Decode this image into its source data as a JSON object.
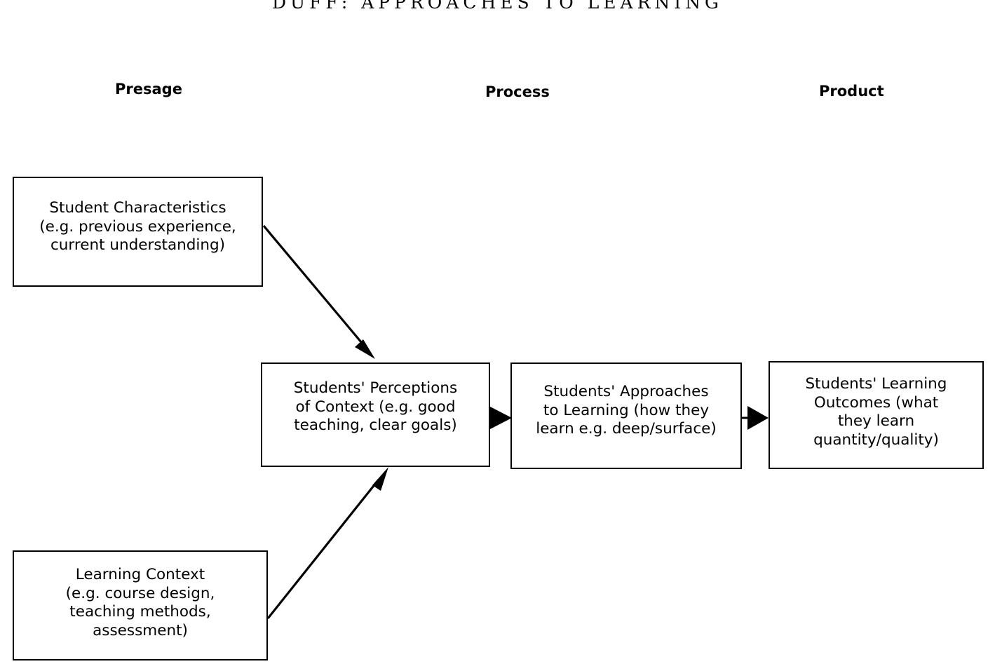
{
  "running_head": "DUFF: APPROACHES TO LEARNING",
  "columns": [
    {
      "id": "presage",
      "label": "Presage"
    },
    {
      "id": "process",
      "label": "Process"
    },
    {
      "id": "product",
      "label": "Product"
    }
  ],
  "nodes": [
    {
      "id": "student-characteristics",
      "column": "presage",
      "lines": [
        "Student Characteristics",
        "(e.g. previous experience,",
        "current understanding)"
      ]
    },
    {
      "id": "perceptions",
      "column": "process",
      "lines": [
        "Students' Perceptions",
        "of Context (e.g. good",
        "teaching, clear goals)"
      ]
    },
    {
      "id": "approaches",
      "column": "process",
      "lines": [
        "Students' Approaches",
        "to Learning (how they",
        "learn e.g. deep/surface)"
      ]
    },
    {
      "id": "outcomes",
      "column": "product",
      "lines": [
        "Students' Learning",
        "Outcomes (what",
        "they learn",
        "quantity/quality)"
      ]
    },
    {
      "id": "learning-context",
      "column": "presage",
      "lines": [
        "Learning Context",
        "(e.g. course design,",
        "teaching methods,",
        "assessment)"
      ]
    }
  ],
  "edges": [
    {
      "id": "student-characteristics-to-perceptions",
      "from": "student-characteristics",
      "to": "perceptions",
      "style": "solid-arrow"
    },
    {
      "id": "learning-context-to-perceptions",
      "from": "learning-context",
      "to": "perceptions",
      "style": "solid-arrow"
    },
    {
      "id": "perceptions-to-approaches",
      "from": "perceptions",
      "to": "approaches",
      "style": "solid-arrow"
    },
    {
      "id": "approaches-to-outcomes",
      "from": "approaches",
      "to": "outcomes",
      "style": "solid-arrow"
    }
  ],
  "colors": {
    "background": "#ffffff",
    "ink": "#000000",
    "box_border": "#000000"
  }
}
